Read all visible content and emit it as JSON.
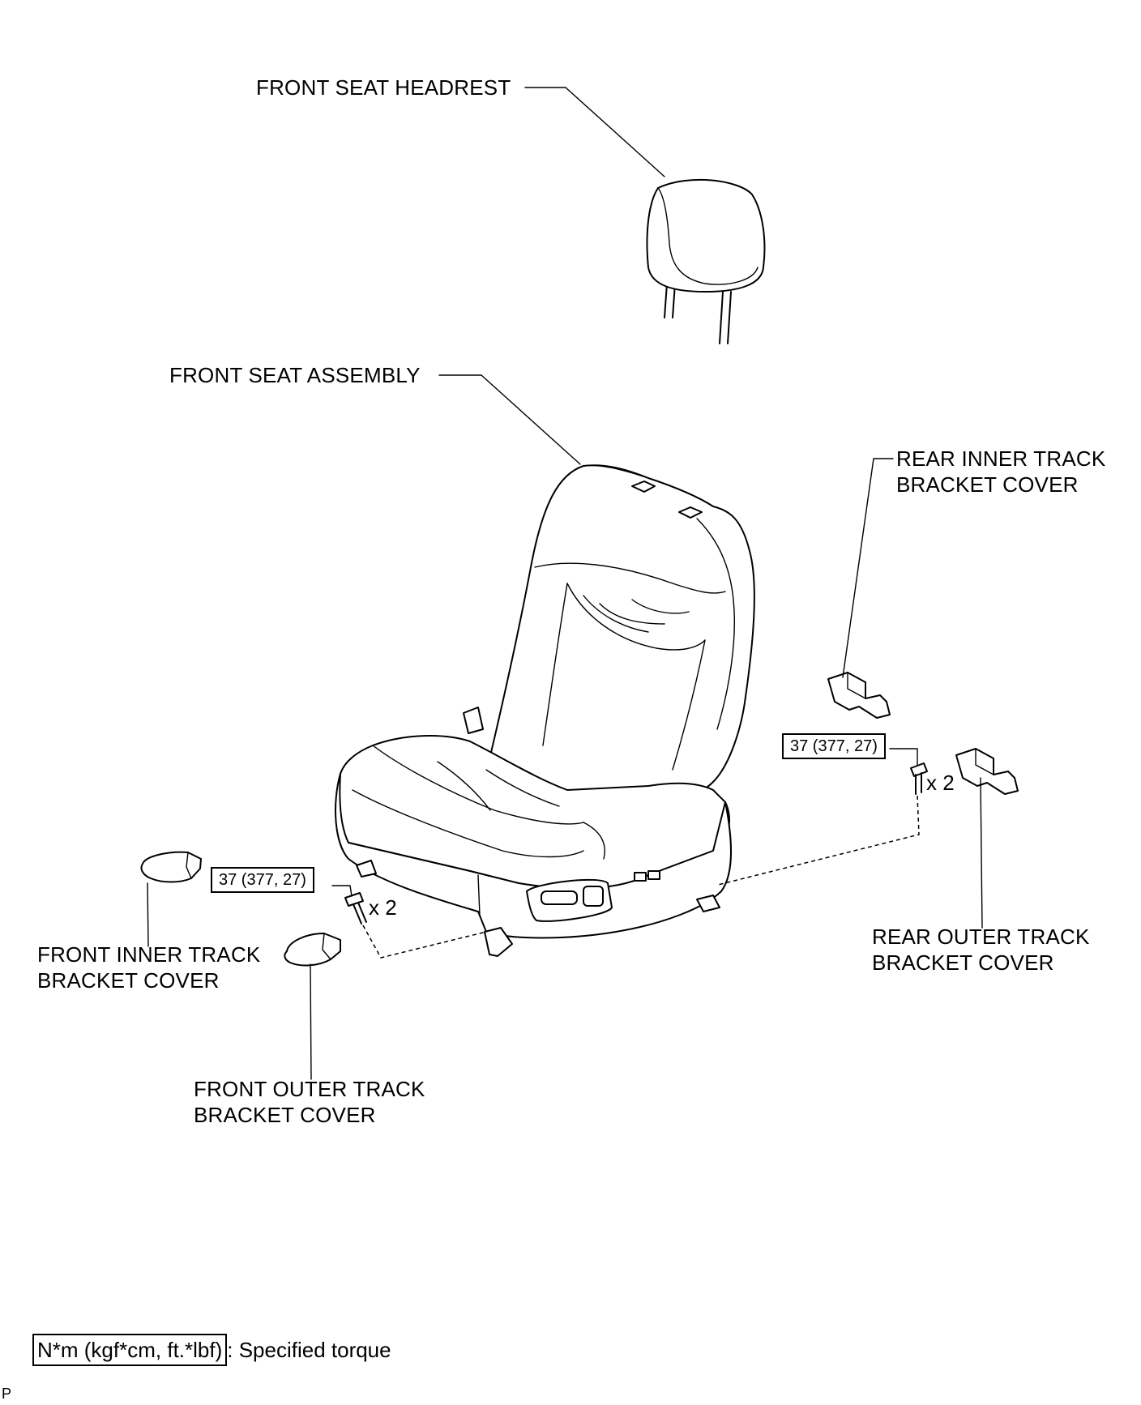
{
  "labels": {
    "headrest": "FRONT SEAT HEADREST",
    "seat_assembly": "FRONT SEAT ASSEMBLY",
    "rear_inner_line1": "REAR INNER TRACK",
    "rear_inner_line2": "BRACKET COVER",
    "rear_outer_line1": "REAR OUTER TRACK",
    "rear_outer_line2": "BRACKET COVER",
    "front_inner_line1": "FRONT INNER TRACK",
    "front_inner_line2": "BRACKET COVER",
    "front_outer_line1": "FRONT OUTER TRACK",
    "front_outer_line2": "BRACKET COVER"
  },
  "torque": {
    "front": "37 (377, 27)",
    "rear": "37 (377, 27)"
  },
  "quantity": {
    "front": "x 2",
    "rear": "x 2"
  },
  "legend": {
    "unit": "N*m (kgf*cm, ft.*lbf)",
    "text": ": Specified torque"
  },
  "corner_mark": "P"
}
